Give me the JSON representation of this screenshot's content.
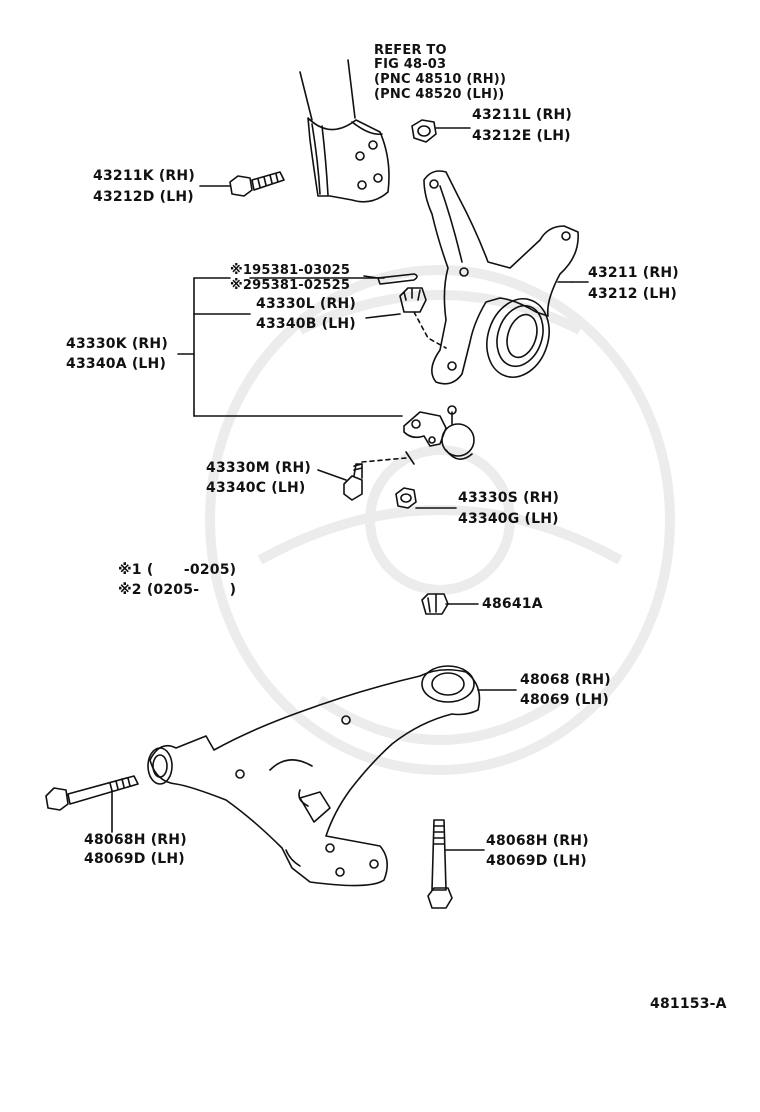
{
  "refer": {
    "line1": "REFER TO",
    "line2": "FIG 48-03",
    "line3": "(PNC 48510 (RH))",
    "line4": "(PNC 48520 (LH))"
  },
  "parts": {
    "nut_43211L": {
      "rh": "43211L (RH)",
      "lh": "43212E (LH)"
    },
    "bolt_43211K": {
      "rh": "43211K (RH)",
      "lh": "43212D (LH)"
    },
    "knuckle_43211": {
      "rh": "43211 (RH)",
      "lh": "43212 (LH)"
    },
    "pin": {
      "a": "※195381-03025",
      "b": "※295381-02525"
    },
    "nut_43330L": {
      "rh": "43330L (RH)",
      "lh": "43340B (LH)"
    },
    "joint_43330K": {
      "rh": "43330K (RH)",
      "lh": "43340A (LH)"
    },
    "bolt_43330M": {
      "rh": "43330M (RH)",
      "lh": "43340C (LH)"
    },
    "nut_43330S": {
      "rh": "43330S (RH)",
      "lh": "43340G (LH)"
    },
    "nut_48641A": {
      "label": "48641A"
    },
    "bushing_48068": {
      "rh": "48068 (RH)",
      "lh": "48069 (LH)"
    },
    "bolt_48068H_left": {
      "rh": "48068H (RH)",
      "lh": "48069D (LH)"
    },
    "bolt_48068H_right": {
      "rh": "48068H (RH)",
      "lh": "48069D (LH)"
    }
  },
  "notes": {
    "n1": "※1 (      -0205)",
    "n2": "※2 (0205-      )"
  },
  "figure_id": "481153-A",
  "colors": {
    "ink": "#111111",
    "watermark": "#ececec"
  }
}
